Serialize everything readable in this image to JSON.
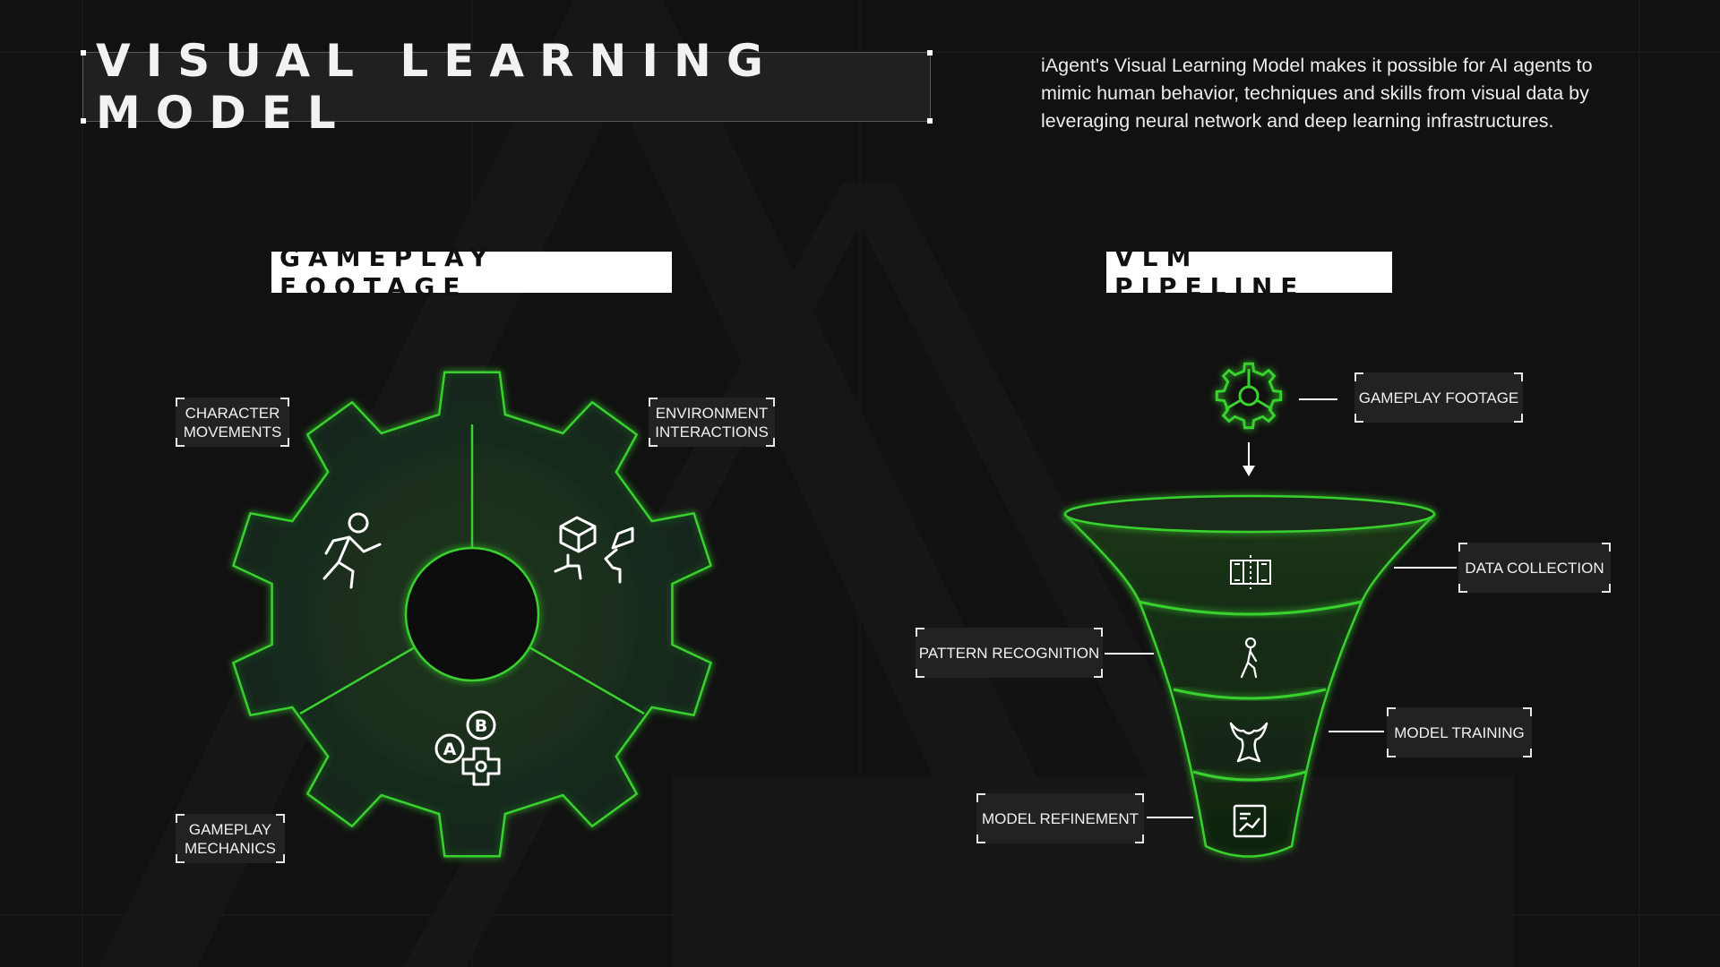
{
  "header": {
    "title": "VISUAL LEARNING MODEL",
    "description": "iAgent's Visual Learning Model makes it possible for AI agents to mimic human behavior, techniques and skills from visual data by leveraging neural network and deep learning infrastructures."
  },
  "gameplay_footage": {
    "title": "GAMEPLAY FOOTAGE",
    "labels": {
      "character_movements": "CHARACTER\nMOVEMENTS",
      "environment_interactions": "ENVIRONMENT\nINTERACTIONS",
      "gameplay_mechanics": "GAMEPLAY\nMECHANICS"
    },
    "icons": [
      "running-person-icon",
      "box-climbing-icon",
      "gamepad-buttons-icon"
    ]
  },
  "vlm_pipeline": {
    "title": "VLM PIPELINE",
    "input_label": "GAMEPLAY FOOTAGE",
    "stages": [
      {
        "label": "DATA COLLECTION",
        "icon": "film-strip-icon"
      },
      {
        "label": "PATTERN RECOGNITION",
        "icon": "walking-figure-icon"
      },
      {
        "label": "MODEL TRAINING",
        "icon": "flexing-body-icon"
      },
      {
        "label": "MODEL REFINEMENT",
        "icon": "chart-board-icon"
      }
    ]
  },
  "colors": {
    "accent": "#39d12e",
    "background": "#111111",
    "label_bg": "#222222"
  }
}
